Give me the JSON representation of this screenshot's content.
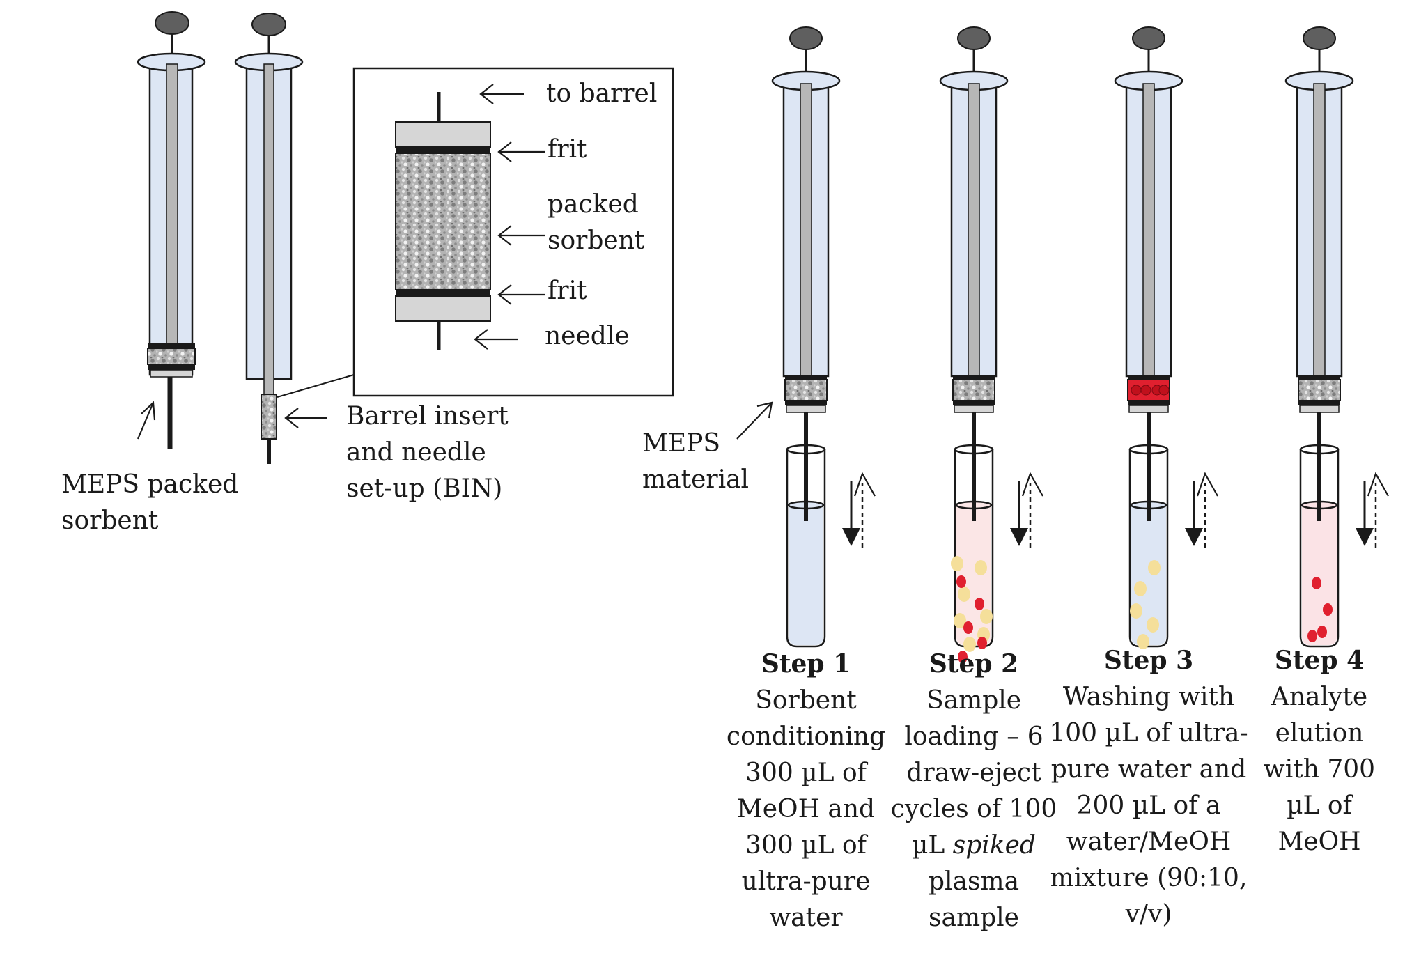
{
  "labels": {
    "meps_packed_sorbent": [
      "MEPS packed",
      "sorbent"
    ],
    "barrel_insert": [
      "Barrel insert",
      "and needle",
      "set-up (BIN)"
    ],
    "meps_material": [
      "MEPS",
      "material"
    ],
    "inset": {
      "to_barrel": "to barrel",
      "frit_top": "frit",
      "packed_sorbent": [
        "packed",
        "sorbent"
      ],
      "frit_bottom": "frit",
      "needle": "needle"
    }
  },
  "steps": [
    {
      "title": "Step 1",
      "lines": [
        "Sorbent",
        "conditioning",
        "300 µL of",
        "MeOH and",
        "300 µL of",
        "ultra-pure",
        "water"
      ],
      "sorbent_state": "empty",
      "vial_particles": "none"
    },
    {
      "title": "Step 2",
      "lines": [
        "Sample",
        "loading – 6",
        "draw-eject",
        "cycles of 100",
        "µL |spiked|",
        "plasma",
        "sample"
      ],
      "sorbent_state": "empty",
      "vial_particles": "mixed"
    },
    {
      "title": "Step 3",
      "lines": [
        "Washing with",
        "100 µL of ultra-",
        "pure water and",
        "200 µL of a",
        "water/MeOH",
        "mixture (90:10,",
        "v/v)"
      ],
      "sorbent_state": "analyte-retained",
      "vial_particles": "yellow"
    },
    {
      "title": "Step 4",
      "lines": [
        "Analyte",
        "elution",
        "with 700",
        "µL of",
        "MeOH"
      ],
      "sorbent_state": "empty",
      "vial_particles": "red"
    }
  ],
  "colors": {
    "barrel_fill": "#dde6f4",
    "outline": "#1a1a1a",
    "plunger_cap": "#5f5f5f",
    "analyte_red": "#e0202f",
    "matrix_yellow": "#f5df9a",
    "sorbent_grey": "#a6a6a6",
    "frit_grey": "#d6d6d6"
  },
  "icons": [
    "syringe-icon",
    "vial-icon",
    "draw-eject-arrows-icon",
    "pointer-arrow-icon"
  ]
}
